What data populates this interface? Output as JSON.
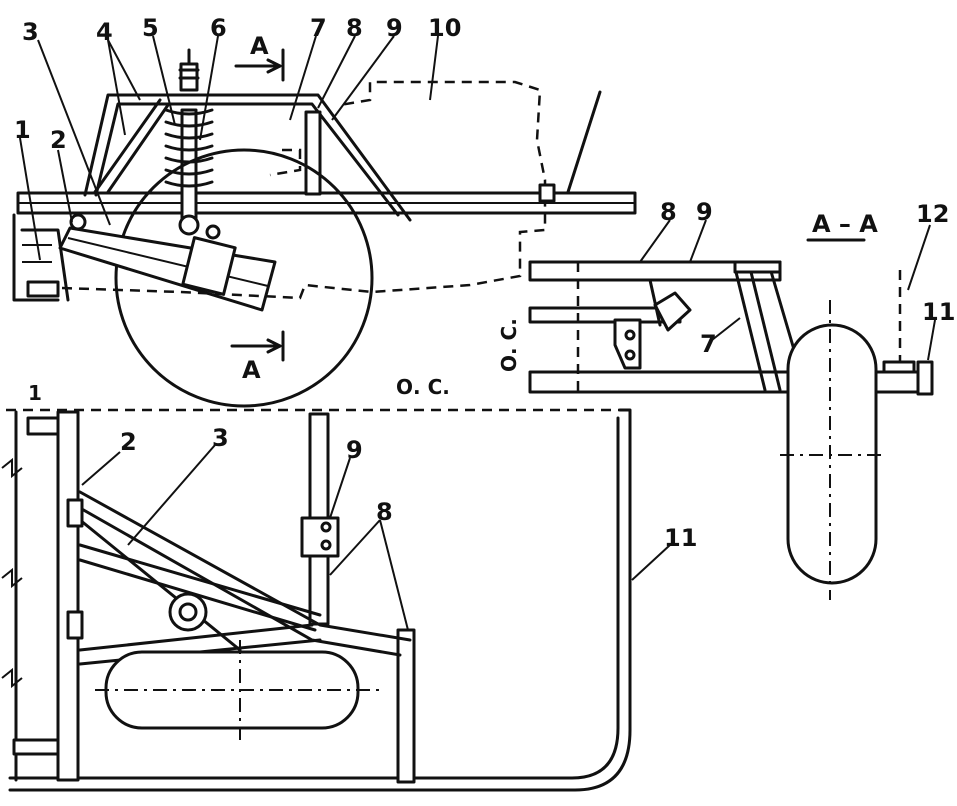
{
  "labels": {
    "l1_top": "1",
    "l2_top": "2",
    "l3_top": "3",
    "l4": "4",
    "l5": "5",
    "l6": "6",
    "l7_top": "7",
    "l8_top": "8",
    "l9_top": "9",
    "l10": "10",
    "section_top": "A",
    "section_bottom": "A",
    "section_title": "A – A",
    "l8_sec": "8",
    "l9_sec": "9",
    "l7_sec": "7",
    "l12": "12",
    "l11_sec": "11",
    "os_vertical": "О. С.",
    "os_horizontal": "О. С.",
    "l1_bot": "1",
    "l2_bot": "2",
    "l3_bot": "3",
    "l9_bot": "9",
    "l8_bot": "8",
    "l11_bot": "11"
  }
}
